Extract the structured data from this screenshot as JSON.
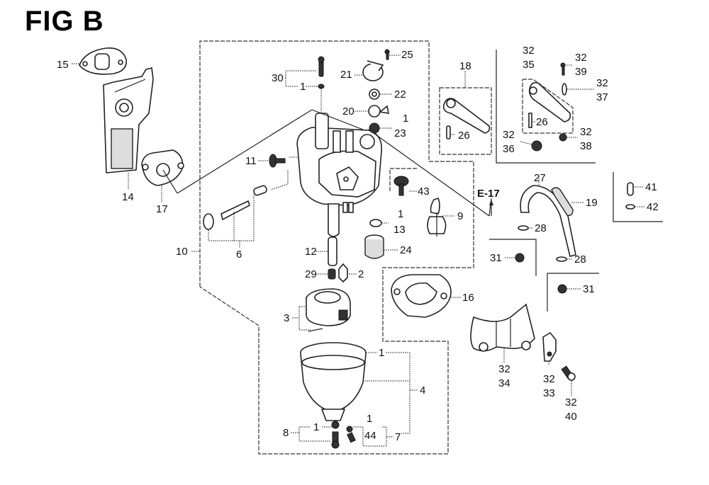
{
  "figure": {
    "title": "FIG B",
    "reference_label": "E-17"
  },
  "callouts": [
    {
      "id": "c15",
      "text": "15"
    },
    {
      "id": "c14",
      "text": "14"
    },
    {
      "id": "c17",
      "text": "17"
    },
    {
      "id": "c30",
      "text": "30"
    },
    {
      "id": "c1a",
      "text": "1"
    },
    {
      "id": "c25",
      "text": "25"
    },
    {
      "id": "c21",
      "text": "21"
    },
    {
      "id": "c22",
      "text": "22"
    },
    {
      "id": "c20",
      "text": "20"
    },
    {
      "id": "c1b",
      "text": "1"
    },
    {
      "id": "c23",
      "text": "23"
    },
    {
      "id": "c11",
      "text": "11"
    },
    {
      "id": "c43",
      "text": "43"
    },
    {
      "id": "c1c",
      "text": "1"
    },
    {
      "id": "c13",
      "text": "13"
    },
    {
      "id": "c9",
      "text": "9"
    },
    {
      "id": "c6",
      "text": "6"
    },
    {
      "id": "c10",
      "text": "10"
    },
    {
      "id": "c12",
      "text": "12"
    },
    {
      "id": "c24",
      "text": "24"
    },
    {
      "id": "c29",
      "text": "29"
    },
    {
      "id": "c2",
      "text": "2"
    },
    {
      "id": "c3",
      "text": "3"
    },
    {
      "id": "c16",
      "text": "16"
    },
    {
      "id": "c1d",
      "text": "1"
    },
    {
      "id": "c4",
      "text": "4"
    },
    {
      "id": "c8",
      "text": "8"
    },
    {
      "id": "c1e",
      "text": "1"
    },
    {
      "id": "c1f",
      "text": "1"
    },
    {
      "id": "c44",
      "text": "44"
    },
    {
      "id": "c7",
      "text": "7"
    },
    {
      "id": "c18",
      "text": "18"
    },
    {
      "id": "c26a",
      "text": "26"
    },
    {
      "id": "c32a",
      "text": "32"
    },
    {
      "id": "c35",
      "text": "35"
    },
    {
      "id": "c26b",
      "text": "26"
    },
    {
      "id": "c32b",
      "text": "32"
    },
    {
      "id": "c39",
      "text": "39"
    },
    {
      "id": "c32c",
      "text": "32"
    },
    {
      "id": "c37",
      "text": "37"
    },
    {
      "id": "c32d",
      "text": "32"
    },
    {
      "id": "c36",
      "text": "36"
    },
    {
      "id": "c32e",
      "text": "32"
    },
    {
      "id": "c38",
      "text": "38"
    },
    {
      "id": "c27",
      "text": "27"
    },
    {
      "id": "c19",
      "text": "19"
    },
    {
      "id": "c28a",
      "text": "28"
    },
    {
      "id": "c28b",
      "text": "28"
    },
    {
      "id": "c31a",
      "text": "31"
    },
    {
      "id": "c31b",
      "text": "31"
    },
    {
      "id": "c41",
      "text": "41"
    },
    {
      "id": "c42",
      "text": "42"
    },
    {
      "id": "c32f",
      "text": "32"
    },
    {
      "id": "c34",
      "text": "34"
    },
    {
      "id": "c32g",
      "text": "32"
    },
    {
      "id": "c33",
      "text": "33"
    },
    {
      "id": "c32h",
      "text": "32"
    },
    {
      "id": "c40",
      "text": "40"
    }
  ]
}
